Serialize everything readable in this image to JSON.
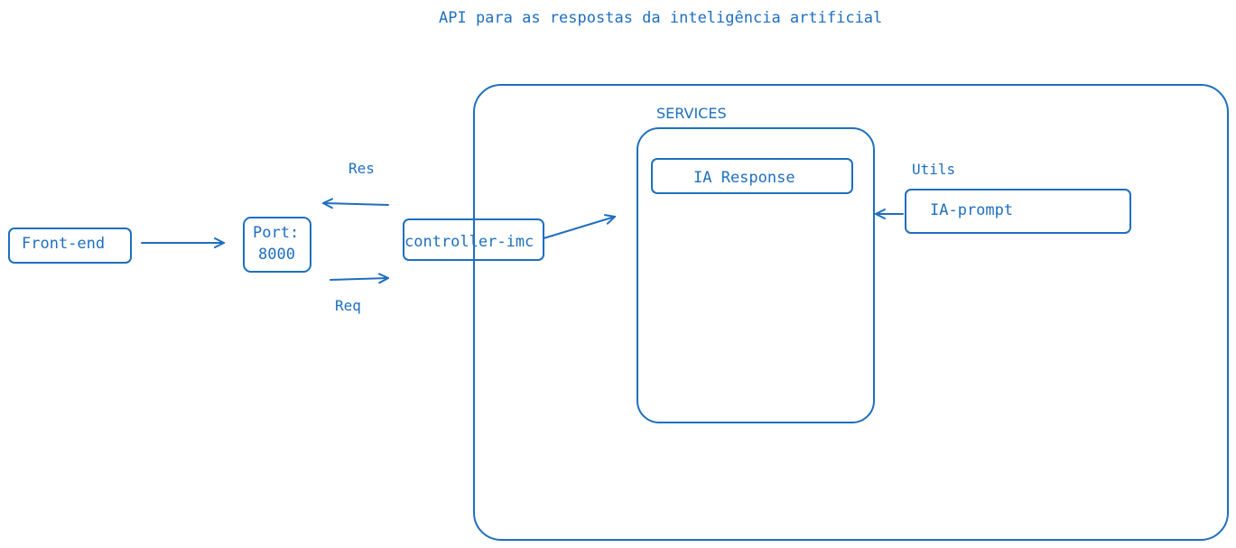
{
  "title": "API para as respostas da inteligência artificial",
  "nodes": {
    "frontend": "Front-end",
    "port_line1": "Port:",
    "port_line2": "8000",
    "controller": "controller-imc",
    "ia_response": "IA Response",
    "ia_prompt": "IA-prompt"
  },
  "labels": {
    "res": "Res",
    "req": "Req",
    "services": "SERVICES",
    "utils": "Utils"
  },
  "colors": {
    "stroke": "#1e6fbf",
    "background": "#ffffff"
  }
}
